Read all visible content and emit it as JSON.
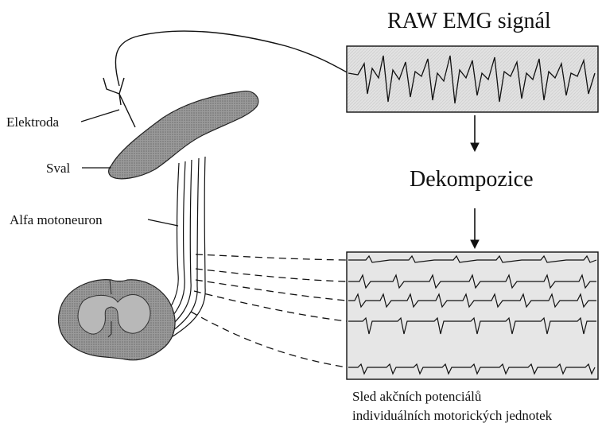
{
  "labels": {
    "raw_title": "RAW EMG signál",
    "decomposition": "Dekompozice",
    "electrode": "Elektroda",
    "muscle": "Sval",
    "motoneuron": "Alfa motoneuron",
    "caption_line1": "Sled akčních potenciálů",
    "caption_line2": "individuálních motorických jednotek"
  },
  "colors": {
    "ink": "#111111",
    "muscle_fill": "#5a5a5a",
    "cord_fill": "#a8a8a8",
    "cord_inner": "#8c8c8c",
    "panel_bg": "#e4e4e4"
  }
}
